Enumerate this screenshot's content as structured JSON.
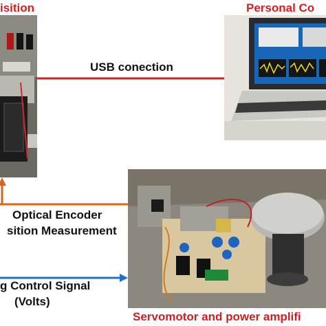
{
  "labels": {
    "daq_title": "isition",
    "pc_title": "Personal Co",
    "usb": "USB conection",
    "encoder_line1": "Optical Encoder",
    "encoder_line2": "sition Measurement",
    "control_line1": "g Control Signal",
    "control_line2": "(Volts)",
    "servo_title": "Servomotor and power amplifi"
  },
  "colors": {
    "red": "#d41e1e",
    "orange": "#d9661c",
    "blue": "#1f6fd1",
    "text": "#111111"
  },
  "photos": {
    "daq": "data-acquisition-board-photo",
    "pc": "laptop-photo",
    "servo": "servomotor-amplifier-photo"
  }
}
